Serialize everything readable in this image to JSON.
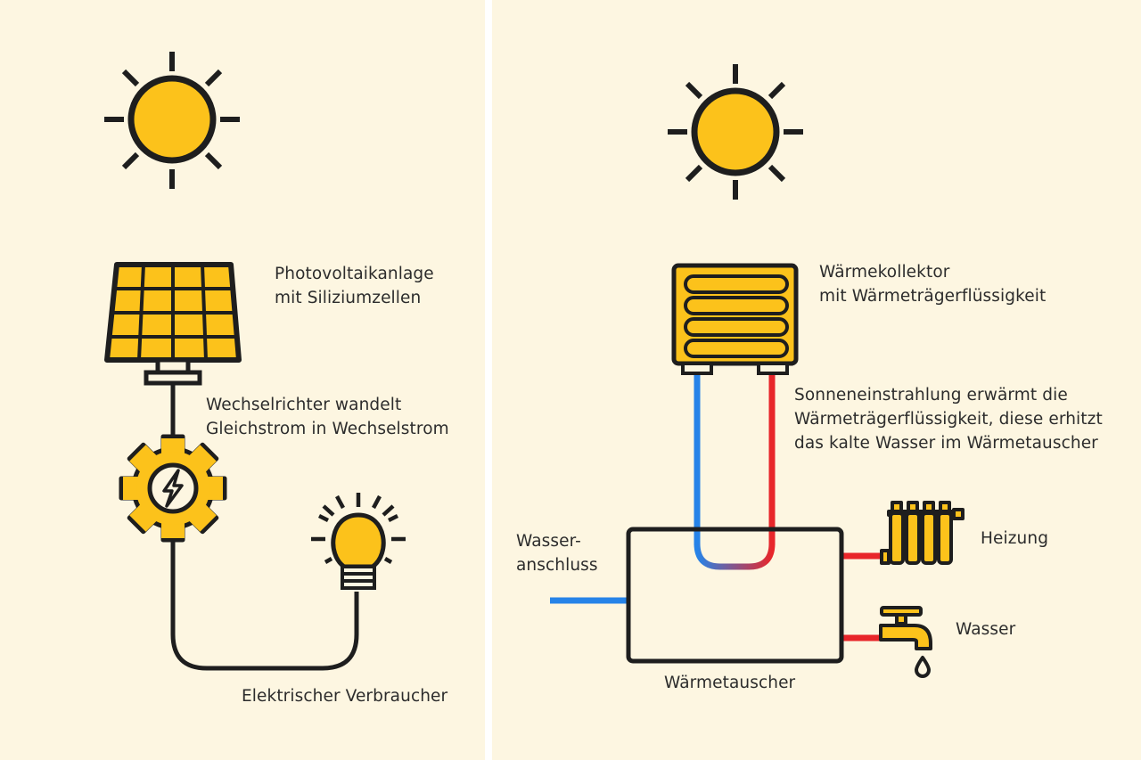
{
  "photovoltaic": {
    "panel_label": "Photovoltaikanlage\nmit Siliziumzellen",
    "inverter_label": "Wechselrichter wandelt\nGleichstrom in Wechselstrom",
    "consumer_label": "Elektrischer Verbraucher"
  },
  "solarthermal": {
    "collector_label": "Wärmekollektor\nmit Wärmeträgerflüssigkeit",
    "process_label": "Sonneneinstrahlung erwärmt die\nWärmeträgerflüssigkeit, diese erhitzt\ndas kalte Wasser im Wärmetauscher",
    "inlet_label": "Wasser-\nanschluss",
    "heating_label": "Heizung",
    "water_label": "Wasser",
    "exchanger_label": "Wärmetauscher"
  },
  "icons": [
    "sun-icon",
    "solar-panel-icon",
    "inverter-gear-icon",
    "light-bulb-icon",
    "collector-icon",
    "radiator-icon",
    "faucet-icon"
  ],
  "colors": {
    "background": "#fdf6e1",
    "accent_yellow": "#fcc21b",
    "outline": "#1e1e1e",
    "cold_pipe": "#2683e8",
    "hot_pipe": "#e8262a"
  }
}
